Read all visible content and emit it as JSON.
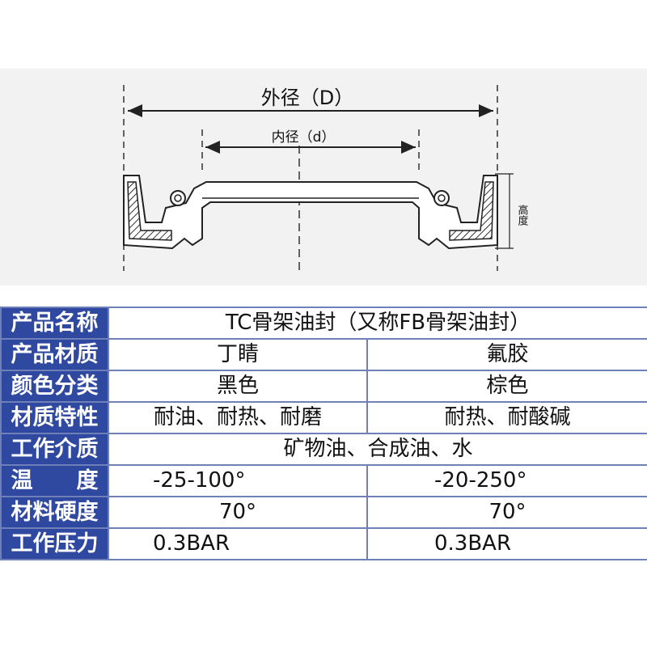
{
  "diagram": {
    "outer_diameter_label": "外径（D）",
    "inner_diameter_label": "内径（d）",
    "height_label": "高度"
  },
  "table": {
    "rows": [
      {
        "label": "产品名称",
        "values": [
          "TC骨架油封（又称FB骨架油封）"
        ]
      },
      {
        "label": "产品材质",
        "values": [
          "丁睛",
          "氟胶"
        ]
      },
      {
        "label": "颜色分类",
        "values": [
          "黑色",
          "棕色"
        ]
      },
      {
        "label": "材质特性",
        "values": [
          "耐油、耐热、耐磨",
          "耐热、耐酸碱"
        ]
      },
      {
        "label": "工作介质",
        "values": [
          "矿物油、合成油、水"
        ]
      },
      {
        "label": "温　　度",
        "values": [
          "-25-100°",
          "-20-250°"
        ]
      },
      {
        "label": "材料硬度",
        "values": [
          "70°",
          "70°"
        ]
      },
      {
        "label": "工作压力",
        "values": [
          "0.3BAR",
          "0.3BAR"
        ]
      }
    ]
  },
  "colors": {
    "label_background": "#2f48a0",
    "label_text": "#ffffff",
    "border": "#6f7fb8",
    "diagram_background": "#f2f2f2"
  }
}
